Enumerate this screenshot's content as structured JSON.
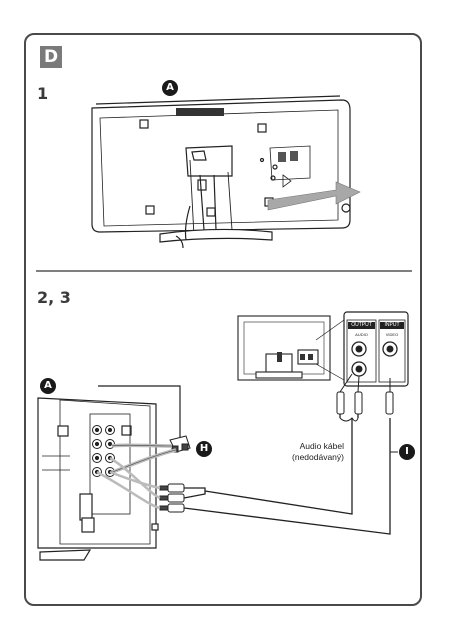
{
  "section_letter": "D",
  "steps": {
    "step1": "1",
    "step23": "2, 3"
  },
  "callouts": {
    "a_top": "A",
    "a_bottom": "A",
    "h": "H",
    "i": "I"
  },
  "cable_label": {
    "line1": "Audio kábel",
    "line2": "(nedodávaný)"
  },
  "tv_panel": {
    "output_label": "OUTPUT",
    "input_label": "INPUT",
    "audio_label": "AUDIO",
    "video_label": "VIDEO"
  },
  "colors": {
    "frame": "#4a4a4a",
    "letter_bg": "#7a7a7a",
    "arrow_fill": "#a8a8a8"
  }
}
